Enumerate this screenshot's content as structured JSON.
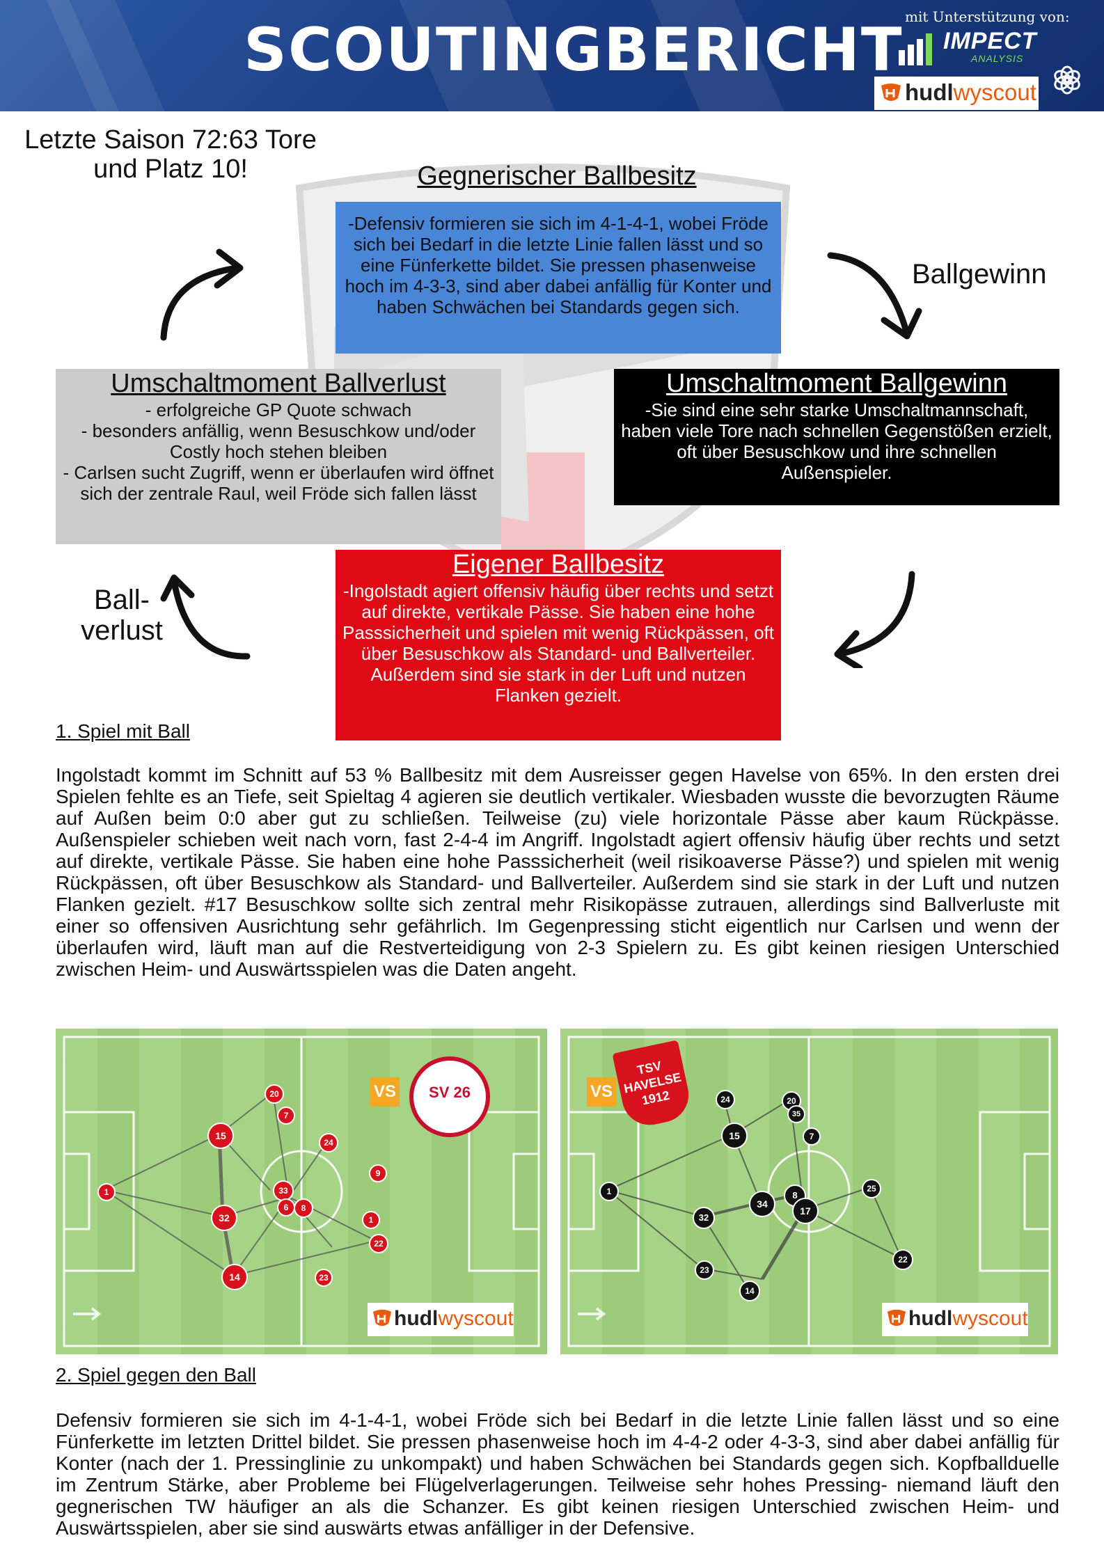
{
  "header": {
    "title": "SCOUTINGBERICHT",
    "support_text": "mit Unterstützung von:",
    "impect_name": "IMPECT",
    "impect_sub": "ANALYSIS",
    "hudl_hudl": "hudl",
    "hudl_wyscout": "wyscout"
  },
  "cycle": {
    "season_note": "Letzte Saison 72:63 Tore und Platz 10!",
    "ballgewinn_label": "Ballgewinn",
    "ballverlust_label": "Ball-\nverlust",
    "gegner": {
      "title": "Gegnerischer Ballbesitz",
      "text": "-Defensiv formieren sie sich im 4-1-4-1, wobei Fröde sich bei Bedarf in die letzte Linie fallen lässt und so eine Fünferkette bildet. Sie pressen phasenweise hoch im 4-3-3, sind aber dabei anfällig für Konter und haben Schwächen bei Standards gegen sich."
    },
    "verlust": {
      "title": "Umschaltmoment Ballverlust",
      "text": "- erfolgreiche GP Quote schwach\n- besonders anfällig, wenn Besuschkow und/oder Costly hoch stehen bleiben\n- Carlsen sucht Zugriff, wenn er überlaufen wird öffnet sich der zentrale Raul, weil Fröde sich fallen lässt"
    },
    "gewinn": {
      "title": "Umschaltmoment Ballgewinn",
      "text": "-Sie sind eine sehr starke Umschaltmannschaft, haben viele Tore nach schnellen Gegenstößen erzielt, oft über Besuschkow und ihre schnellen Außenspieler."
    },
    "eigen": {
      "title": "Eigener Ballbesitz",
      "text": "-Ingolstadt agiert offensiv häufig über rechts und setzt auf direkte, vertikale Pässe. Sie haben eine hohe Passsicherheit und spielen mit wenig Rückpässen, oft über Besuschkow als Standard- und Ballverteiler. Außerdem sind sie stark in der Luft und nutzen Flanken gezielt."
    }
  },
  "section1": {
    "title": "1. Spiel mit Ball",
    "text": "Ingolstadt kommt im Schnitt auf 53 % Ballbesitz mit dem Ausreisser gegen Havelse von 65%. In den ersten drei Spielen fehlte es an Tiefe, seit Spieltag 4 agieren sie deutlich vertikaler. Wiesbaden wusste die bevorzugten Räume auf Außen beim 0:0 aber gut zu schließen. Teilweise (zu) viele horizontale Pässe aber kaum Rückpässe. Außenspieler schieben weit nach vorn, fast 2-4-4 im Angriff. Ingolstadt agiert offensiv häufig über rechts und setzt auf direkte, vertikale Pässe. Sie haben eine hohe Passsicherheit (weil risikoaverse Pässe?) und spielen mit wenig Rückpässen, oft über Besuschkow als Standard- und Ballverteiler. Außerdem sind sie stark in der Luft und nutzen Flanken gezielt. #17 Besuschkow sollte sich zentral mehr Risikopässe zutrauen, allerdings sind Ballverluste mit einer so offensiven Ausrichtung sehr gefährlich. Im Gegenpressing sticht eigentlich nur Carlsen und wenn der überlaufen wird, läuft man auf die Restverteidigung von 2-3 Spielern zu. Es gibt keinen riesigen Unterschied zwischen Heim- und Auswärtsspielen was die Daten angeht."
  },
  "pitch1": {
    "vs": "VS",
    "opponent_badge": "SV 26",
    "players": [
      {
        "n": "1"
      },
      {
        "n": "15"
      },
      {
        "n": "20"
      },
      {
        "n": "7"
      },
      {
        "n": "24"
      },
      {
        "n": "9"
      },
      {
        "n": "33"
      },
      {
        "n": "8"
      },
      {
        "n": "32"
      },
      {
        "n": "1"
      },
      {
        "n": "22"
      },
      {
        "n": "14"
      },
      {
        "n": "23"
      },
      {
        "n": "6"
      }
    ]
  },
  "pitch2": {
    "vs": "VS",
    "opponent_badge": "TSV HAVELSE 1912",
    "players": [
      {
        "n": "1"
      },
      {
        "n": "24"
      },
      {
        "n": "15"
      },
      {
        "n": "20"
      },
      {
        "n": "35"
      },
      {
        "n": "7"
      },
      {
        "n": "34"
      },
      {
        "n": "8"
      },
      {
        "n": "17"
      },
      {
        "n": "32"
      },
      {
        "n": "25"
      },
      {
        "n": "23"
      },
      {
        "n": "14"
      },
      {
        "n": "22"
      }
    ]
  },
  "section2": {
    "title": "2. Spiel gegen den Ball",
    "text": "Defensiv formieren sie sich im 4-1-4-1, wobei Fröde sich bei Bedarf in die letzte Linie fallen lässt und so eine Fünferkette im letzten Drittel bildet. Sie pressen phasenweise hoch im 4-4-2 oder 4-3-3, sind aber dabei anfällig für Konter (nach der 1. Pressinglinie zu unkompakt) und haben Schwächen bei Standards gegen sich. Kopfballduelle im Zentrum Stärke, aber Probleme bei Flügelverlagerungen. Teilweise sehr hohes Pressing- niemand läuft den gegnerischen TW häufiger an als die Schanzer. Es gibt keinen riesigen Unterschied zwischen Heim- und Auswärtsspielen, aber sie sind auswärts etwas anfälliger in der Defensive."
  }
}
